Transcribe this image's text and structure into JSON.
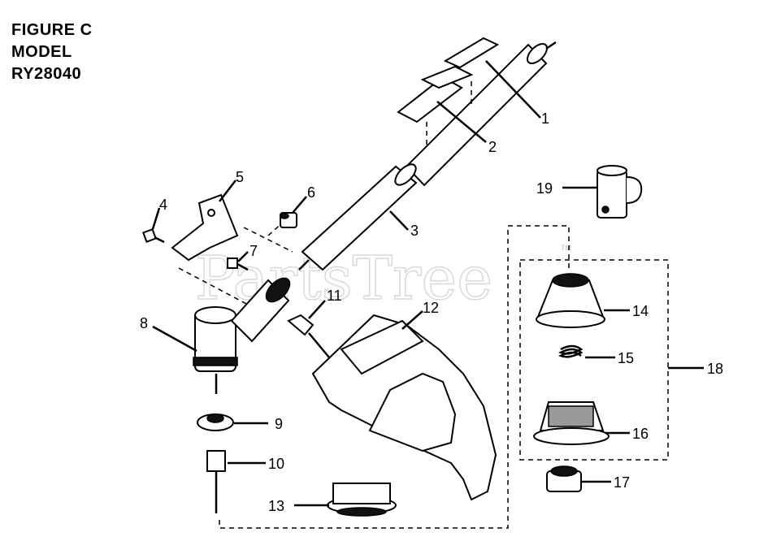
{
  "figure": {
    "line1": "FIGURE C",
    "line2": "MODEL",
    "line3": "RY28040"
  },
  "watermark": "PartsTree",
  "watermark_tm": "TM",
  "callouts": [
    "1",
    "2",
    "3",
    "4",
    "5",
    "6",
    "7",
    "8",
    "9",
    "10",
    "11",
    "12",
    "13",
    "14",
    "15",
    "16",
    "17",
    "18",
    "19"
  ]
}
